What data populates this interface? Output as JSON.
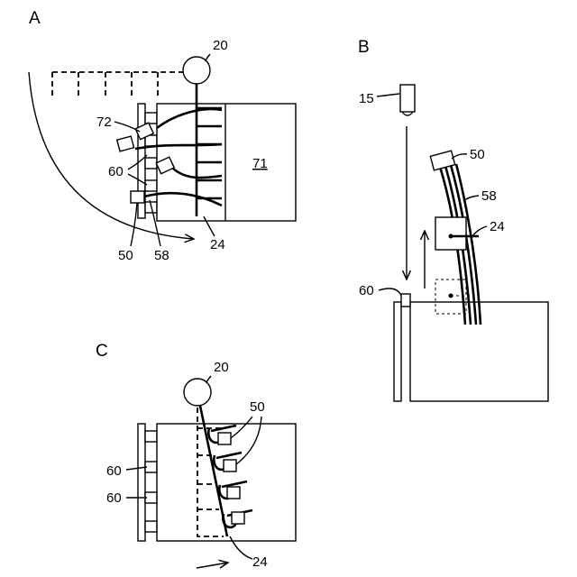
{
  "panels": {
    "a": {
      "label": "A"
    },
    "b": {
      "label": "B"
    },
    "c": {
      "label": "C"
    }
  },
  "refs": {
    "a": {
      "r20": "20",
      "r72": "72",
      "r60": "60",
      "r71": "71",
      "r50": "50",
      "r58": "58",
      "r24": "24"
    },
    "b": {
      "r15": "15",
      "r50": "50",
      "r58": "58",
      "r24": "24",
      "r60": "60"
    },
    "c": {
      "r20": "20",
      "r50": "50",
      "r60a": "60",
      "r60b": "60",
      "r24": "24"
    }
  }
}
